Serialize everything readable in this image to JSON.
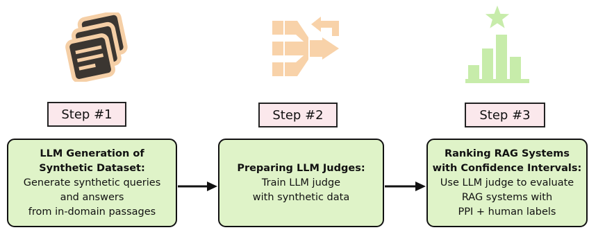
{
  "colors": {
    "step1_icon": "#3b3631",
    "step1_icon_outline": "#f5cfa6",
    "step2_icon": "#f8d2a9",
    "step3_icon": "#c7ecaa",
    "step_label_fill": "#fbe8ec",
    "box_fill": "#dff3c8",
    "border": "#111111"
  },
  "steps": [
    {
      "icon": "stacked-documents-icon",
      "label": "Step #1",
      "title_lines": [
        "LLM Generation of",
        "Synthetic Dataset:"
      ],
      "body_lines": [
        "Generate synthetic queries",
        "and answers",
        "from in-domain passages"
      ]
    },
    {
      "icon": "merging-arrows-icon",
      "label": "Step #2",
      "title_lines": [
        "Preparing LLM Judges:"
      ],
      "body_lines": [
        "Train LLM judge",
        "with synthetic data"
      ]
    },
    {
      "icon": "bar-chart-star-icon",
      "label": "Step #3",
      "title_lines": [
        "Ranking RAG Systems",
        "with Confidence Intervals:"
      ],
      "body_lines": [
        "Use LLM judge to evaluate",
        "RAG systems with",
        "PPI + human labels"
      ]
    }
  ]
}
